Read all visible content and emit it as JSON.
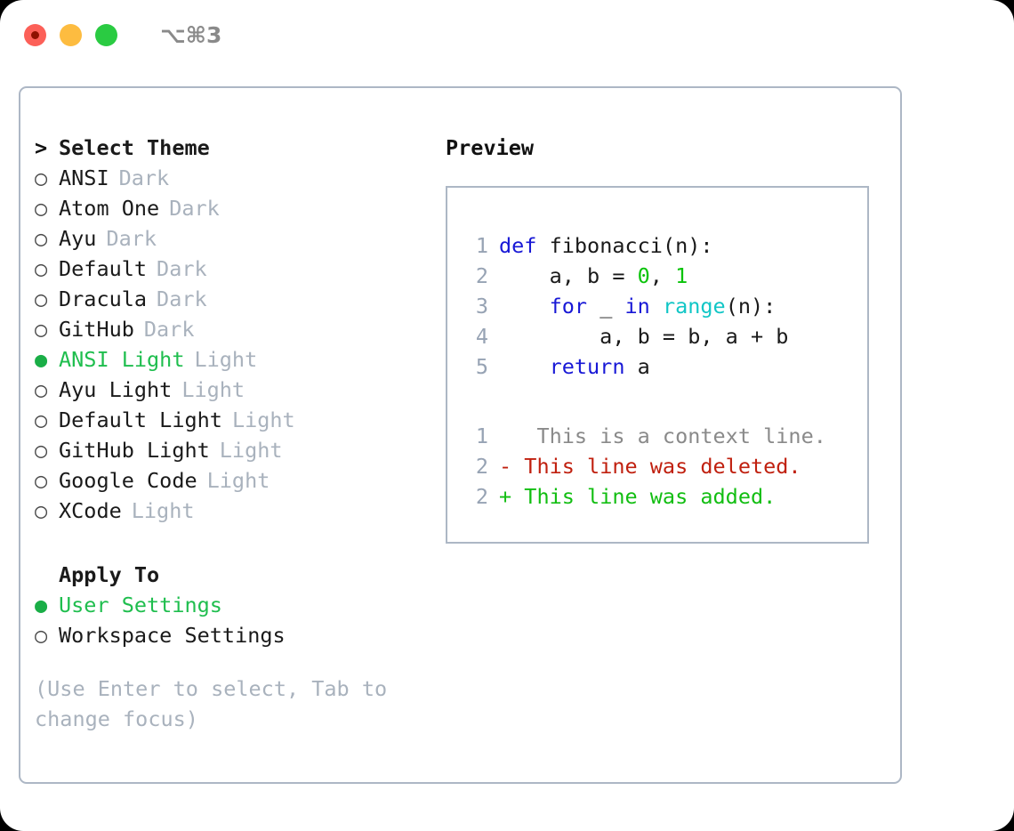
{
  "titlebar": {
    "traffic_lights": [
      {
        "name": "close-button",
        "color": "#fc6058",
        "recording": true
      },
      {
        "name": "minimize-button",
        "color": "#fdbc40",
        "recording": false
      },
      {
        "name": "zoom-button",
        "color": "#2acb42",
        "recording": false
      }
    ],
    "shortcut": "⌥⌘3"
  },
  "theme_picker": {
    "heading": "Select Theme",
    "heading_marker": ">",
    "bullet_selected": "●",
    "bullet_unselected": "○",
    "items": [
      {
        "name": "ANSI",
        "kind": "Dark",
        "selected": false
      },
      {
        "name": "Atom One",
        "kind": "Dark",
        "selected": false
      },
      {
        "name": "Ayu",
        "kind": "Dark",
        "selected": false
      },
      {
        "name": "Default",
        "kind": "Dark",
        "selected": false
      },
      {
        "name": "Dracula",
        "kind": "Dark",
        "selected": false
      },
      {
        "name": "GitHub",
        "kind": "Dark",
        "selected": false
      },
      {
        "name": "ANSI Light",
        "kind": "Light",
        "selected": true
      },
      {
        "name": "Ayu Light",
        "kind": "Light",
        "selected": false
      },
      {
        "name": "Default Light",
        "kind": "Light",
        "selected": false
      },
      {
        "name": "GitHub Light",
        "kind": "Light",
        "selected": false
      },
      {
        "name": "Google Code",
        "kind": "Light",
        "selected": false
      },
      {
        "name": "XCode",
        "kind": "Light",
        "selected": false
      }
    ]
  },
  "apply_to": {
    "heading": "Apply To",
    "options": [
      {
        "label": "User Settings",
        "selected": true
      },
      {
        "label": "Workspace Settings",
        "selected": false
      }
    ]
  },
  "hint": "(Use Enter to select, Tab to change focus)",
  "preview": {
    "title": "Preview",
    "code_lines": [
      {
        "no": "1",
        "tokens": [
          {
            "t": "def",
            "c": "kw"
          },
          {
            "t": " ",
            "c": "plain"
          },
          {
            "t": "fibonacci(n):",
            "c": "fn"
          }
        ]
      },
      {
        "no": "2",
        "tokens": [
          {
            "t": "    a, b = ",
            "c": "plain"
          },
          {
            "t": "0",
            "c": "num"
          },
          {
            "t": ", ",
            "c": "plain"
          },
          {
            "t": "1",
            "c": "num"
          }
        ]
      },
      {
        "no": "3",
        "tokens": [
          {
            "t": "    ",
            "c": "plain"
          },
          {
            "t": "for",
            "c": "kw"
          },
          {
            "t": " _ ",
            "c": "plain"
          },
          {
            "t": "in",
            "c": "kw"
          },
          {
            "t": " ",
            "c": "plain"
          },
          {
            "t": "range",
            "c": "call"
          },
          {
            "t": "(n):",
            "c": "plain"
          }
        ]
      },
      {
        "no": "4",
        "tokens": [
          {
            "t": "        a, b = b, a + b",
            "c": "plain"
          }
        ]
      },
      {
        "no": "5",
        "tokens": [
          {
            "t": "    ",
            "c": "plain"
          },
          {
            "t": "return",
            "c": "kw"
          },
          {
            "t": " a",
            "c": "plain"
          }
        ]
      }
    ],
    "diff_lines": [
      {
        "no": "1",
        "marker": " ",
        "text": "  This is a context line.",
        "kind": "ctx"
      },
      {
        "no": "2",
        "marker": "-",
        "text": " This line was deleted.",
        "kind": "del"
      },
      {
        "no": "2",
        "marker": "+",
        "text": " This line was added.",
        "kind": "add"
      }
    ]
  },
  "colors": {
    "accent_green": "#1fbe4e",
    "muted": "#a9b2bd",
    "border": "#adb7c5",
    "keyword": "#1818d6",
    "number": "#0ac30a",
    "call": "#11c6c6",
    "diff_delete": "#c0200f",
    "diff_add": "#12be12"
  }
}
